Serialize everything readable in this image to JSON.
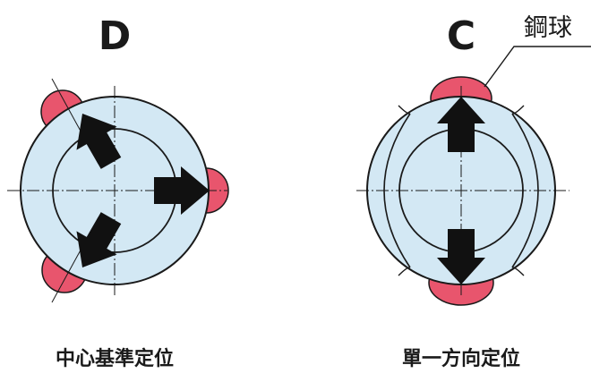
{
  "colors": {
    "body_fill": "#d3e8f4",
    "outline": "#1a1a1a",
    "ball_fill": "#e8556d",
    "arrow_fill": "#111111"
  },
  "left_diagram": {
    "letter": "D",
    "caption": "中心基準定位"
  },
  "right_diagram": {
    "letter": "C",
    "caption": "單一方向定位",
    "callout_label": "鋼球"
  }
}
